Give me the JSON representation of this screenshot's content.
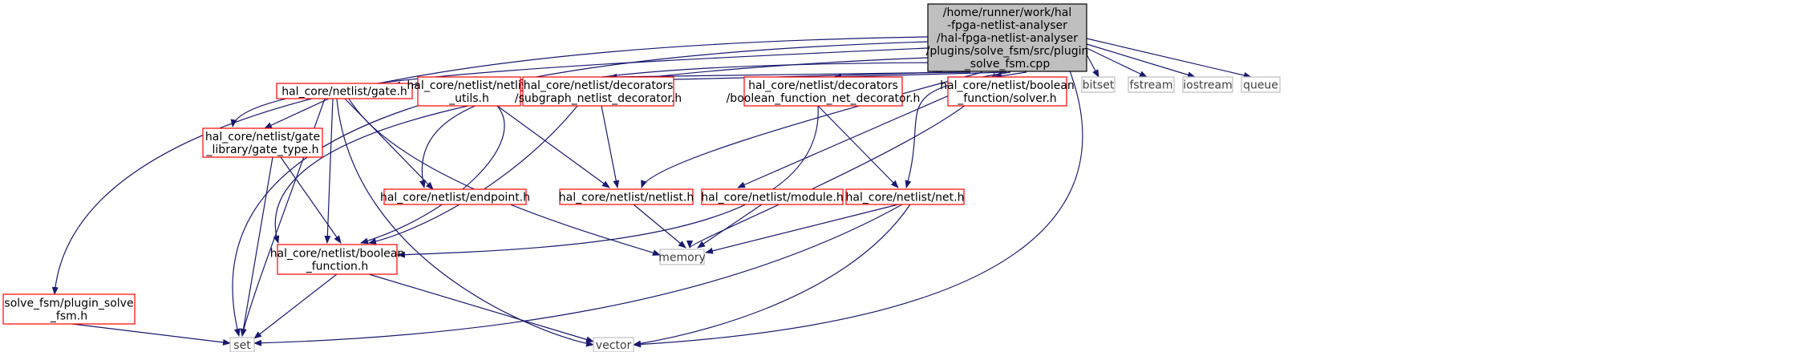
{
  "colors": {
    "edge": "#191970",
    "red_border": "#ff0000",
    "gray_border": "#bfbfbf",
    "root_fill": "#bfbfbf",
    "root_border": "#000000",
    "text": "#000000",
    "gray_text": "#3f3f3f"
  },
  "nodes": {
    "root": {
      "lines": [
        "/home/runner/work/hal",
        "-fpga-netlist-analyser",
        "/hal-fpga-netlist-analyser",
        "/plugins/solve_fsm/src/plugin",
        "_solve_fsm.cpp"
      ]
    },
    "plugin_solve_fsm_h": {
      "lines": [
        "solve_fsm/plugin_solve",
        "_fsm.h"
      ]
    },
    "gate_h": {
      "lines": [
        "hal_core/netlist/gate.h"
      ]
    },
    "gate_type_h": {
      "lines": [
        "hal_core/netlist/gate",
        "_library/gate_type.h"
      ]
    },
    "netlist_utils_h": {
      "lines": [
        "hal_core/netlist/netlist",
        "_utils.h"
      ]
    },
    "subgraph_decorator_h": {
      "lines": [
        "hal_core/netlist/decorators",
        "/subgraph_netlist_decorator.h"
      ]
    },
    "boolean_decorator_h": {
      "lines": [
        "hal_core/netlist/decorators",
        "/boolean_function_net_decorator.h"
      ]
    },
    "solver_h": {
      "lines": [
        "hal_core/netlist/boolean",
        "_function/solver.h"
      ]
    },
    "endpoint_h": {
      "lines": [
        "hal_core/netlist/endpoint.h"
      ]
    },
    "netlist_h": {
      "lines": [
        "hal_core/netlist/netlist.h"
      ]
    },
    "module_h": {
      "lines": [
        "hal_core/netlist/module.h"
      ]
    },
    "net_h": {
      "lines": [
        "hal_core/netlist/net.h"
      ]
    },
    "boolean_function_h": {
      "lines": [
        "hal_core/netlist/boolean",
        "_function.h"
      ]
    },
    "memory": {
      "lines": [
        "memory"
      ]
    },
    "set": {
      "lines": [
        "set"
      ]
    },
    "vector": {
      "lines": [
        "vector"
      ]
    },
    "bitset": {
      "lines": [
        "bitset"
      ]
    },
    "fstream": {
      "lines": [
        "fstream"
      ]
    },
    "iostream": {
      "lines": [
        "iostream"
      ]
    },
    "queue": {
      "lines": [
        "queue"
      ]
    }
  }
}
